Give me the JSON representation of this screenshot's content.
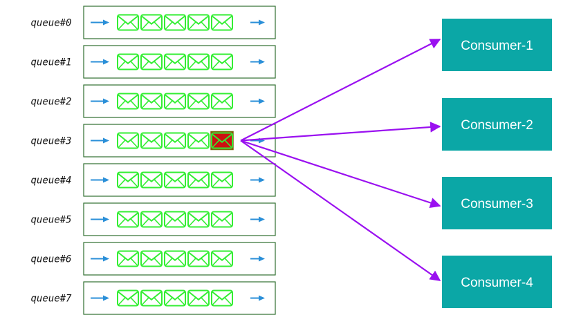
{
  "queues": [
    {
      "label": "queue#0",
      "messages": 5,
      "highlighted_message": null
    },
    {
      "label": "queue#1",
      "messages": 5,
      "highlighted_message": null
    },
    {
      "label": "queue#2",
      "messages": 5,
      "highlighted_message": null
    },
    {
      "label": "queue#3",
      "messages": 5,
      "highlighted_message": 4
    },
    {
      "label": "queue#4",
      "messages": 5,
      "highlighted_message": null
    },
    {
      "label": "queue#5",
      "messages": 5,
      "highlighted_message": null
    },
    {
      "label": "queue#6",
      "messages": 5,
      "highlighted_message": null
    },
    {
      "label": "queue#7",
      "messages": 5,
      "highlighted_message": null
    }
  ],
  "consumers": [
    {
      "label": "Consumer-1"
    },
    {
      "label": "Consumer-2"
    },
    {
      "label": "Consumer-3"
    },
    {
      "label": "Consumer-4"
    }
  ],
  "fan_out_source_queue": 3,
  "colors": {
    "queue_border": "#2f6f2f",
    "envelope_stroke": "#33ee33",
    "highlight_fill": "#cc1111",
    "highlight_border": "#7a6a10",
    "flow_arrow": "#2a8fd8",
    "fan_out_arrow": "#9a10f0",
    "consumer_fill": "#0ba7a6",
    "consumer_text": "#ffffff"
  },
  "icons": {
    "message": "envelope-icon",
    "flow": "arrow-right-icon"
  }
}
